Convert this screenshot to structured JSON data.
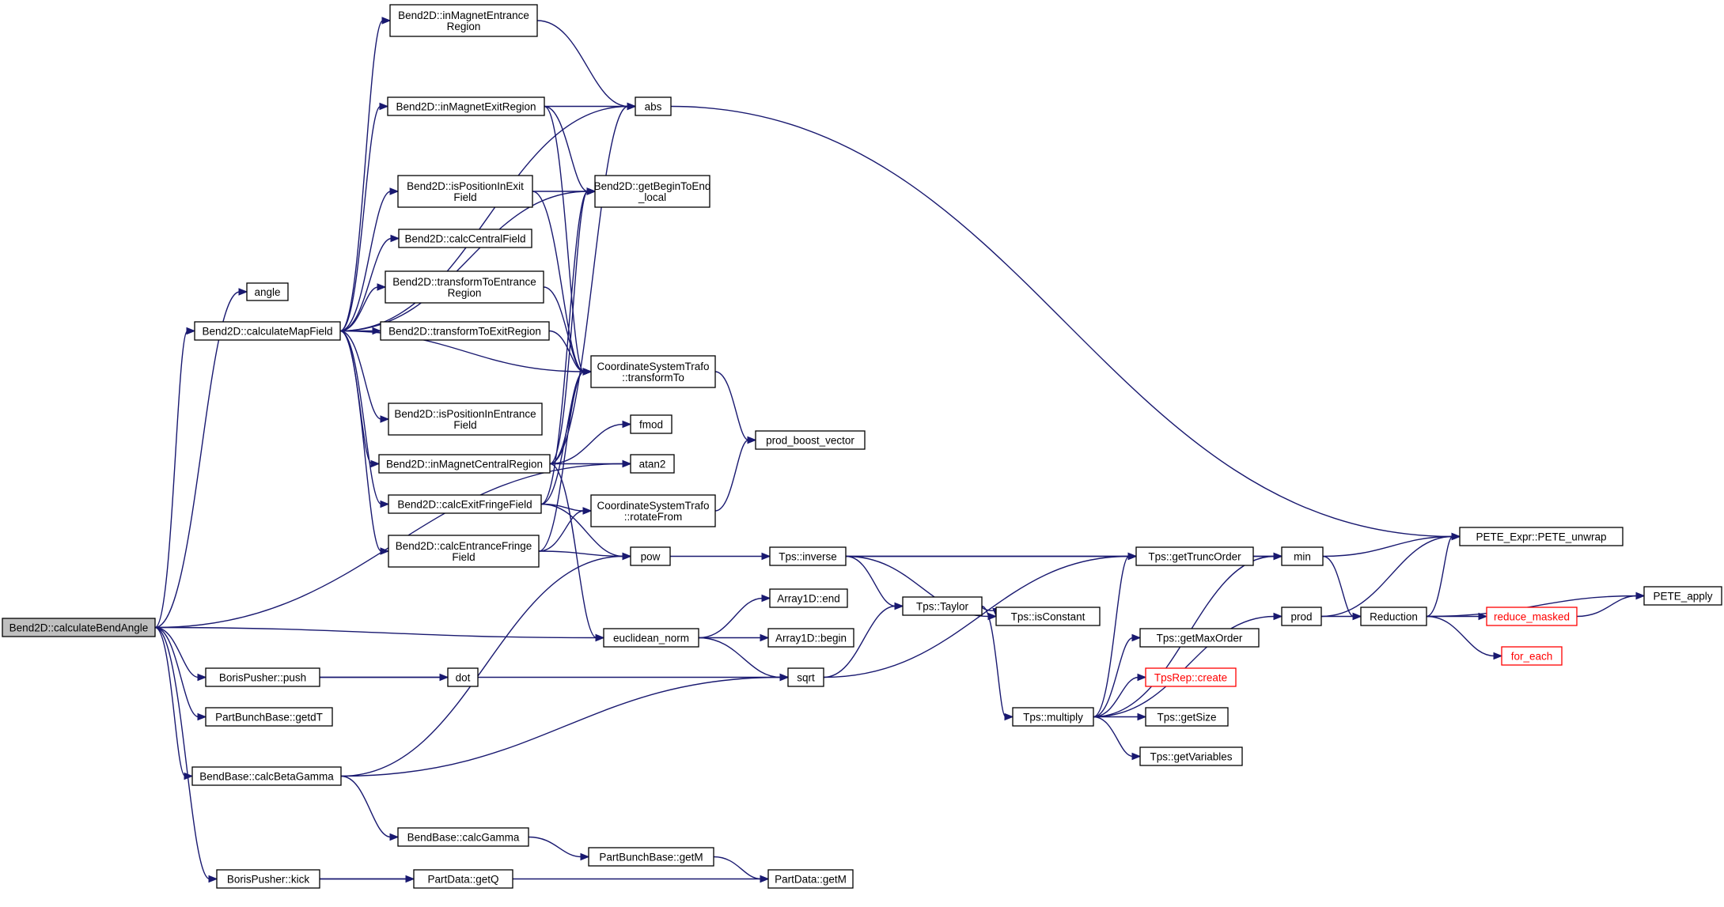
{
  "diagram": {
    "nodes": {
      "calculateBendAngle": {
        "lines": [
          "Bend2D::calculateBendAngle"
        ]
      },
      "angle": {
        "lines": [
          "angle"
        ]
      },
      "calculateMapField": {
        "lines": [
          "Bend2D::calculateMapField"
        ]
      },
      "euclidean_norm": {
        "lines": [
          "euclidean_norm"
        ]
      },
      "borisPush": {
        "lines": [
          "BorisPusher::push"
        ]
      },
      "getdT": {
        "lines": [
          "PartBunchBase::getdT"
        ]
      },
      "calcBetaGamma": {
        "lines": [
          "BendBase::calcBetaGamma"
        ]
      },
      "borisKick": {
        "lines": [
          "BorisPusher::kick"
        ]
      },
      "inMagnetEntranceRegion": {
        "lines": [
          "Bend2D::inMagnetEntrance",
          "Region"
        ]
      },
      "inMagnetExitRegion": {
        "lines": [
          "Bend2D::inMagnetExitRegion"
        ]
      },
      "isPositionInExitField": {
        "lines": [
          "Bend2D::isPositionInExit",
          "Field"
        ]
      },
      "calcCentralField": {
        "lines": [
          "Bend2D::calcCentralField"
        ]
      },
      "transformToEntranceRegion": {
        "lines": [
          "Bend2D::transformToEntrance",
          "Region"
        ]
      },
      "transformToExitRegion": {
        "lines": [
          "Bend2D::transformToExitRegion"
        ]
      },
      "isPositionInEntranceField": {
        "lines": [
          "Bend2D::isPositionInEntrance",
          "Field"
        ]
      },
      "inMagnetCentralRegion": {
        "lines": [
          "Bend2D::inMagnetCentralRegion"
        ]
      },
      "calcExitFringeField": {
        "lines": [
          "Bend2D::calcExitFringeField"
        ]
      },
      "calcEntranceFringeField": {
        "lines": [
          "Bend2D::calcEntranceFringe",
          "Field"
        ]
      },
      "abs": {
        "lines": [
          "abs"
        ]
      },
      "getBeginToEnd": {
        "lines": [
          "Bend2D::getBeginToEnd",
          "_local"
        ]
      },
      "transformTo": {
        "lines": [
          "CoordinateSystemTrafo",
          "::transformTo"
        ]
      },
      "fmod": {
        "lines": [
          "fmod"
        ]
      },
      "atan2": {
        "lines": [
          "atan2"
        ]
      },
      "rotateFrom": {
        "lines": [
          "CoordinateSystemTrafo",
          "::rotateFrom"
        ]
      },
      "pow": {
        "lines": [
          "pow"
        ]
      },
      "sqrt": {
        "lines": [
          "sqrt"
        ]
      },
      "dot": {
        "lines": [
          "dot"
        ]
      },
      "calcGamma": {
        "lines": [
          "BendBase::calcGamma"
        ]
      },
      "getQ": {
        "lines": [
          "PartData::getQ"
        ]
      },
      "bunchGetM": {
        "lines": [
          "PartBunchBase::getM"
        ]
      },
      "dataGetM": {
        "lines": [
          "PartData::getM"
        ]
      },
      "prodBoost": {
        "lines": [
          "prod_boost_vector"
        ]
      },
      "arrEnd": {
        "lines": [
          "Array1D::end"
        ]
      },
      "arrBegin": {
        "lines": [
          "Array1D::begin"
        ]
      },
      "tpsInverse": {
        "lines": [
          "Tps::inverse"
        ]
      },
      "tpsTaylor": {
        "lines": [
          "Tps::Taylor"
        ]
      },
      "tpsMultiply": {
        "lines": [
          "Tps::multiply"
        ]
      },
      "getTruncOrder": {
        "lines": [
          "Tps::getTruncOrder"
        ]
      },
      "isConstant": {
        "lines": [
          "Tps::isConstant"
        ]
      },
      "getMaxOrder": {
        "lines": [
          "Tps::getMaxOrder"
        ]
      },
      "tpsRepCreate": {
        "lines": [
          "TpsRep::create"
        ]
      },
      "getSize": {
        "lines": [
          "Tps::getSize"
        ]
      },
      "getVariables": {
        "lines": [
          "Tps::getVariables"
        ]
      },
      "min": {
        "lines": [
          "min"
        ]
      },
      "prod": {
        "lines": [
          "prod"
        ]
      },
      "reduction": {
        "lines": [
          "Reduction"
        ]
      },
      "peteUnwrap": {
        "lines": [
          "PETE_Expr::PETE_unwrap"
        ]
      },
      "peteApply": {
        "lines": [
          "PETE_apply"
        ]
      },
      "reduceMasked": {
        "lines": [
          "reduce_masked"
        ]
      },
      "forEach": {
        "lines": [
          "for_each"
        ]
      }
    },
    "colors": {
      "edge": "#191970",
      "root_fill": "#bfbfbf",
      "node_fill": "#ffffff",
      "node_border": "#000000",
      "truncated_border": "#ff0000"
    },
    "edges": [
      [
        "calculateBendAngle",
        "angle"
      ],
      [
        "calculateBendAngle",
        "calculateMapField"
      ],
      [
        "calculateBendAngle",
        "atan2"
      ],
      [
        "calculateBendAngle",
        "euclidean_norm"
      ],
      [
        "calculateBendAngle",
        "borisPush"
      ],
      [
        "calculateBendAngle",
        "getdT"
      ],
      [
        "calculateBendAngle",
        "calcBetaGamma"
      ],
      [
        "calculateBendAngle",
        "borisKick"
      ],
      [
        "calculateMapField",
        "inMagnetEntranceRegion"
      ],
      [
        "calculateMapField",
        "abs"
      ],
      [
        "calculateMapField",
        "inMagnetExitRegion"
      ],
      [
        "calculateMapField",
        "getBeginToEnd"
      ],
      [
        "calculateMapField",
        "isPositionInExitField"
      ],
      [
        "calculateMapField",
        "calcCentralField"
      ],
      [
        "calculateMapField",
        "transformToEntranceRegion"
      ],
      [
        "calculateMapField",
        "transformToExitRegion"
      ],
      [
        "calculateMapField",
        "transformTo"
      ],
      [
        "calculateMapField",
        "isPositionInEntranceField"
      ],
      [
        "calculateMapField",
        "inMagnetCentralRegion"
      ],
      [
        "calculateMapField",
        "calcExitFringeField"
      ],
      [
        "calculateMapField",
        "calcEntranceFringeField"
      ],
      [
        "inMagnetEntranceRegion",
        "abs"
      ],
      [
        "inMagnetExitRegion",
        "abs"
      ],
      [
        "inMagnetExitRegion",
        "getBeginToEnd"
      ],
      [
        "inMagnetExitRegion",
        "transformTo"
      ],
      [
        "isPositionInExitField",
        "getBeginToEnd"
      ],
      [
        "isPositionInExitField",
        "transformTo"
      ],
      [
        "transformToEntranceRegion",
        "transformTo"
      ],
      [
        "transformToExitRegion",
        "transformTo"
      ],
      [
        "inMagnetCentralRegion",
        "abs"
      ],
      [
        "inMagnetCentralRegion",
        "getBeginToEnd"
      ],
      [
        "inMagnetCentralRegion",
        "transformTo"
      ],
      [
        "inMagnetCentralRegion",
        "fmod"
      ],
      [
        "inMagnetCentralRegion",
        "atan2"
      ],
      [
        "inMagnetCentralRegion",
        "euclidean_norm"
      ],
      [
        "calcExitFringeField",
        "getBeginToEnd"
      ],
      [
        "calcExitFringeField",
        "transformTo"
      ],
      [
        "calcExitFringeField",
        "rotateFrom"
      ],
      [
        "calcExitFringeField",
        "pow"
      ],
      [
        "calcEntranceFringeField",
        "transformTo"
      ],
      [
        "calcEntranceFringeField",
        "rotateFrom"
      ],
      [
        "calcEntranceFringeField",
        "pow"
      ],
      [
        "abs",
        "peteUnwrap"
      ],
      [
        "transformTo",
        "prodBoost"
      ],
      [
        "rotateFrom",
        "prodBoost"
      ],
      [
        "pow",
        "tpsInverse"
      ],
      [
        "euclidean_norm",
        "arrEnd"
      ],
      [
        "euclidean_norm",
        "arrBegin"
      ],
      [
        "euclidean_norm",
        "sqrt"
      ],
      [
        "borisPush",
        "dot"
      ],
      [
        "borisPush",
        "sqrt"
      ],
      [
        "calcBetaGamma",
        "pow"
      ],
      [
        "calcBetaGamma",
        "sqrt"
      ],
      [
        "calcBetaGamma",
        "calcGamma"
      ],
      [
        "calcGamma",
        "bunchGetM"
      ],
      [
        "bunchGetM",
        "dataGetM"
      ],
      [
        "borisKick",
        "getQ"
      ],
      [
        "borisKick",
        "dataGetM"
      ],
      [
        "sqrt",
        "tpsTaylor"
      ],
      [
        "sqrt",
        "getTruncOrder"
      ],
      [
        "tpsInverse",
        "getTruncOrder"
      ],
      [
        "tpsInverse",
        "min"
      ],
      [
        "tpsInverse",
        "isConstant"
      ],
      [
        "tpsInverse",
        "tpsTaylor"
      ],
      [
        "tpsTaylor",
        "isConstant"
      ],
      [
        "tpsTaylor",
        "tpsMultiply"
      ],
      [
        "tpsMultiply",
        "getTruncOrder"
      ],
      [
        "tpsMultiply",
        "min"
      ],
      [
        "tpsMultiply",
        "getMaxOrder"
      ],
      [
        "tpsMultiply",
        "tpsRepCreate"
      ],
      [
        "tpsMultiply",
        "getSize"
      ],
      [
        "tpsMultiply",
        "getVariables"
      ],
      [
        "tpsMultiply",
        "prod"
      ],
      [
        "getTruncOrder",
        "min"
      ],
      [
        "min",
        "peteUnwrap"
      ],
      [
        "min",
        "reduction"
      ],
      [
        "prod",
        "peteUnwrap"
      ],
      [
        "prod",
        "reduction"
      ],
      [
        "reduction",
        "peteUnwrap"
      ],
      [
        "reduction",
        "peteApply"
      ],
      [
        "reduction",
        "reduceMasked"
      ],
      [
        "reduction",
        "forEach"
      ],
      [
        "reduceMasked",
        "peteApply"
      ]
    ]
  }
}
